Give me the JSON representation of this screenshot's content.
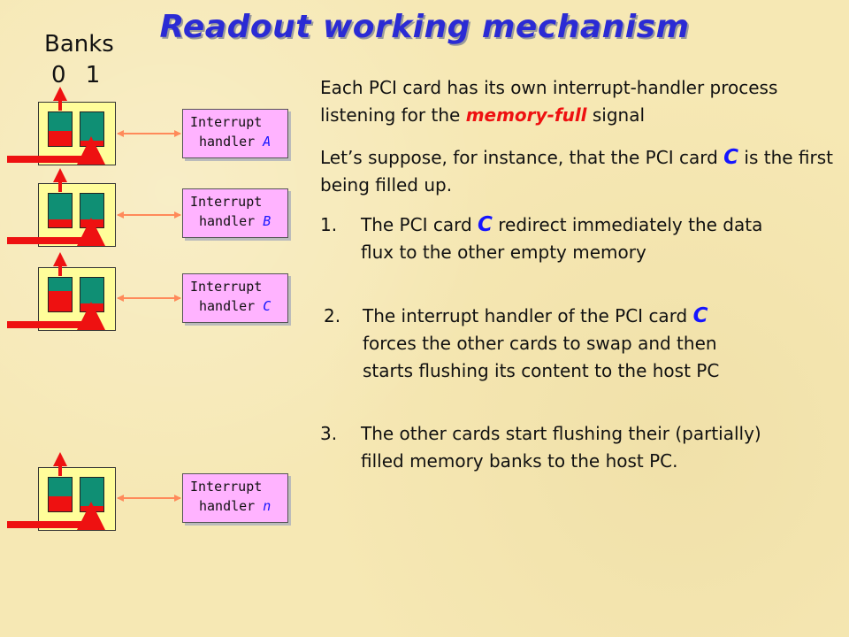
{
  "title": "Readout working mechanism",
  "banks_label": "Banks",
  "bank_numbers": "0 1",
  "handlers": [
    {
      "line1": "Interrupt",
      "line2": "handler",
      "letter": "A"
    },
    {
      "line1": "Interrupt",
      "line2": "handler",
      "letter": "B"
    },
    {
      "line1": "Interrupt",
      "line2": "handler",
      "letter": "C"
    },
    {
      "line1": "Interrupt",
      "line2": "handler",
      "letter": "n"
    }
  ],
  "bank_fill": [
    {
      "bank0": 0.45,
      "bank1": 0.15
    },
    {
      "bank0": 0.25,
      "bank1": 0.25
    },
    {
      "bank0": 0.6,
      "bank1": 0.25
    },
    {
      "bank0": 0.45,
      "bank1": 0.15
    }
  ],
  "intro": {
    "pre": "Each PCI card has its own interrupt-handler process listening for the ",
    "signal": "memory-full",
    "post": " signal"
  },
  "suppose": {
    "pre": "Let’s suppose, for instance, that the PCI card ",
    "card": "C",
    "post": " is the first being filled up."
  },
  "steps": [
    {
      "num": "1.",
      "pre": "The PCI card ",
      "card": "C",
      "post": " redirect immediately the data flux to the other empty memory"
    },
    {
      "num": "2.",
      "pre": "The interrupt handler of the PCI card ",
      "card": "C",
      "post": " forces the other cards to swap and then starts flushing its content to the host PC"
    },
    {
      "num": "3.",
      "pre": "The other cards start flushing their (partially) filled memory banks to the host PC.",
      "card": "",
      "post": ""
    }
  ],
  "colors": {
    "background": "#f6e8b4",
    "title": "#2b2bd4",
    "card": "#fffd9a",
    "bank": "#0f8f74",
    "fill": "#ee1111",
    "handler": "#ffb3ff",
    "accent_letter": "#1515ff"
  }
}
